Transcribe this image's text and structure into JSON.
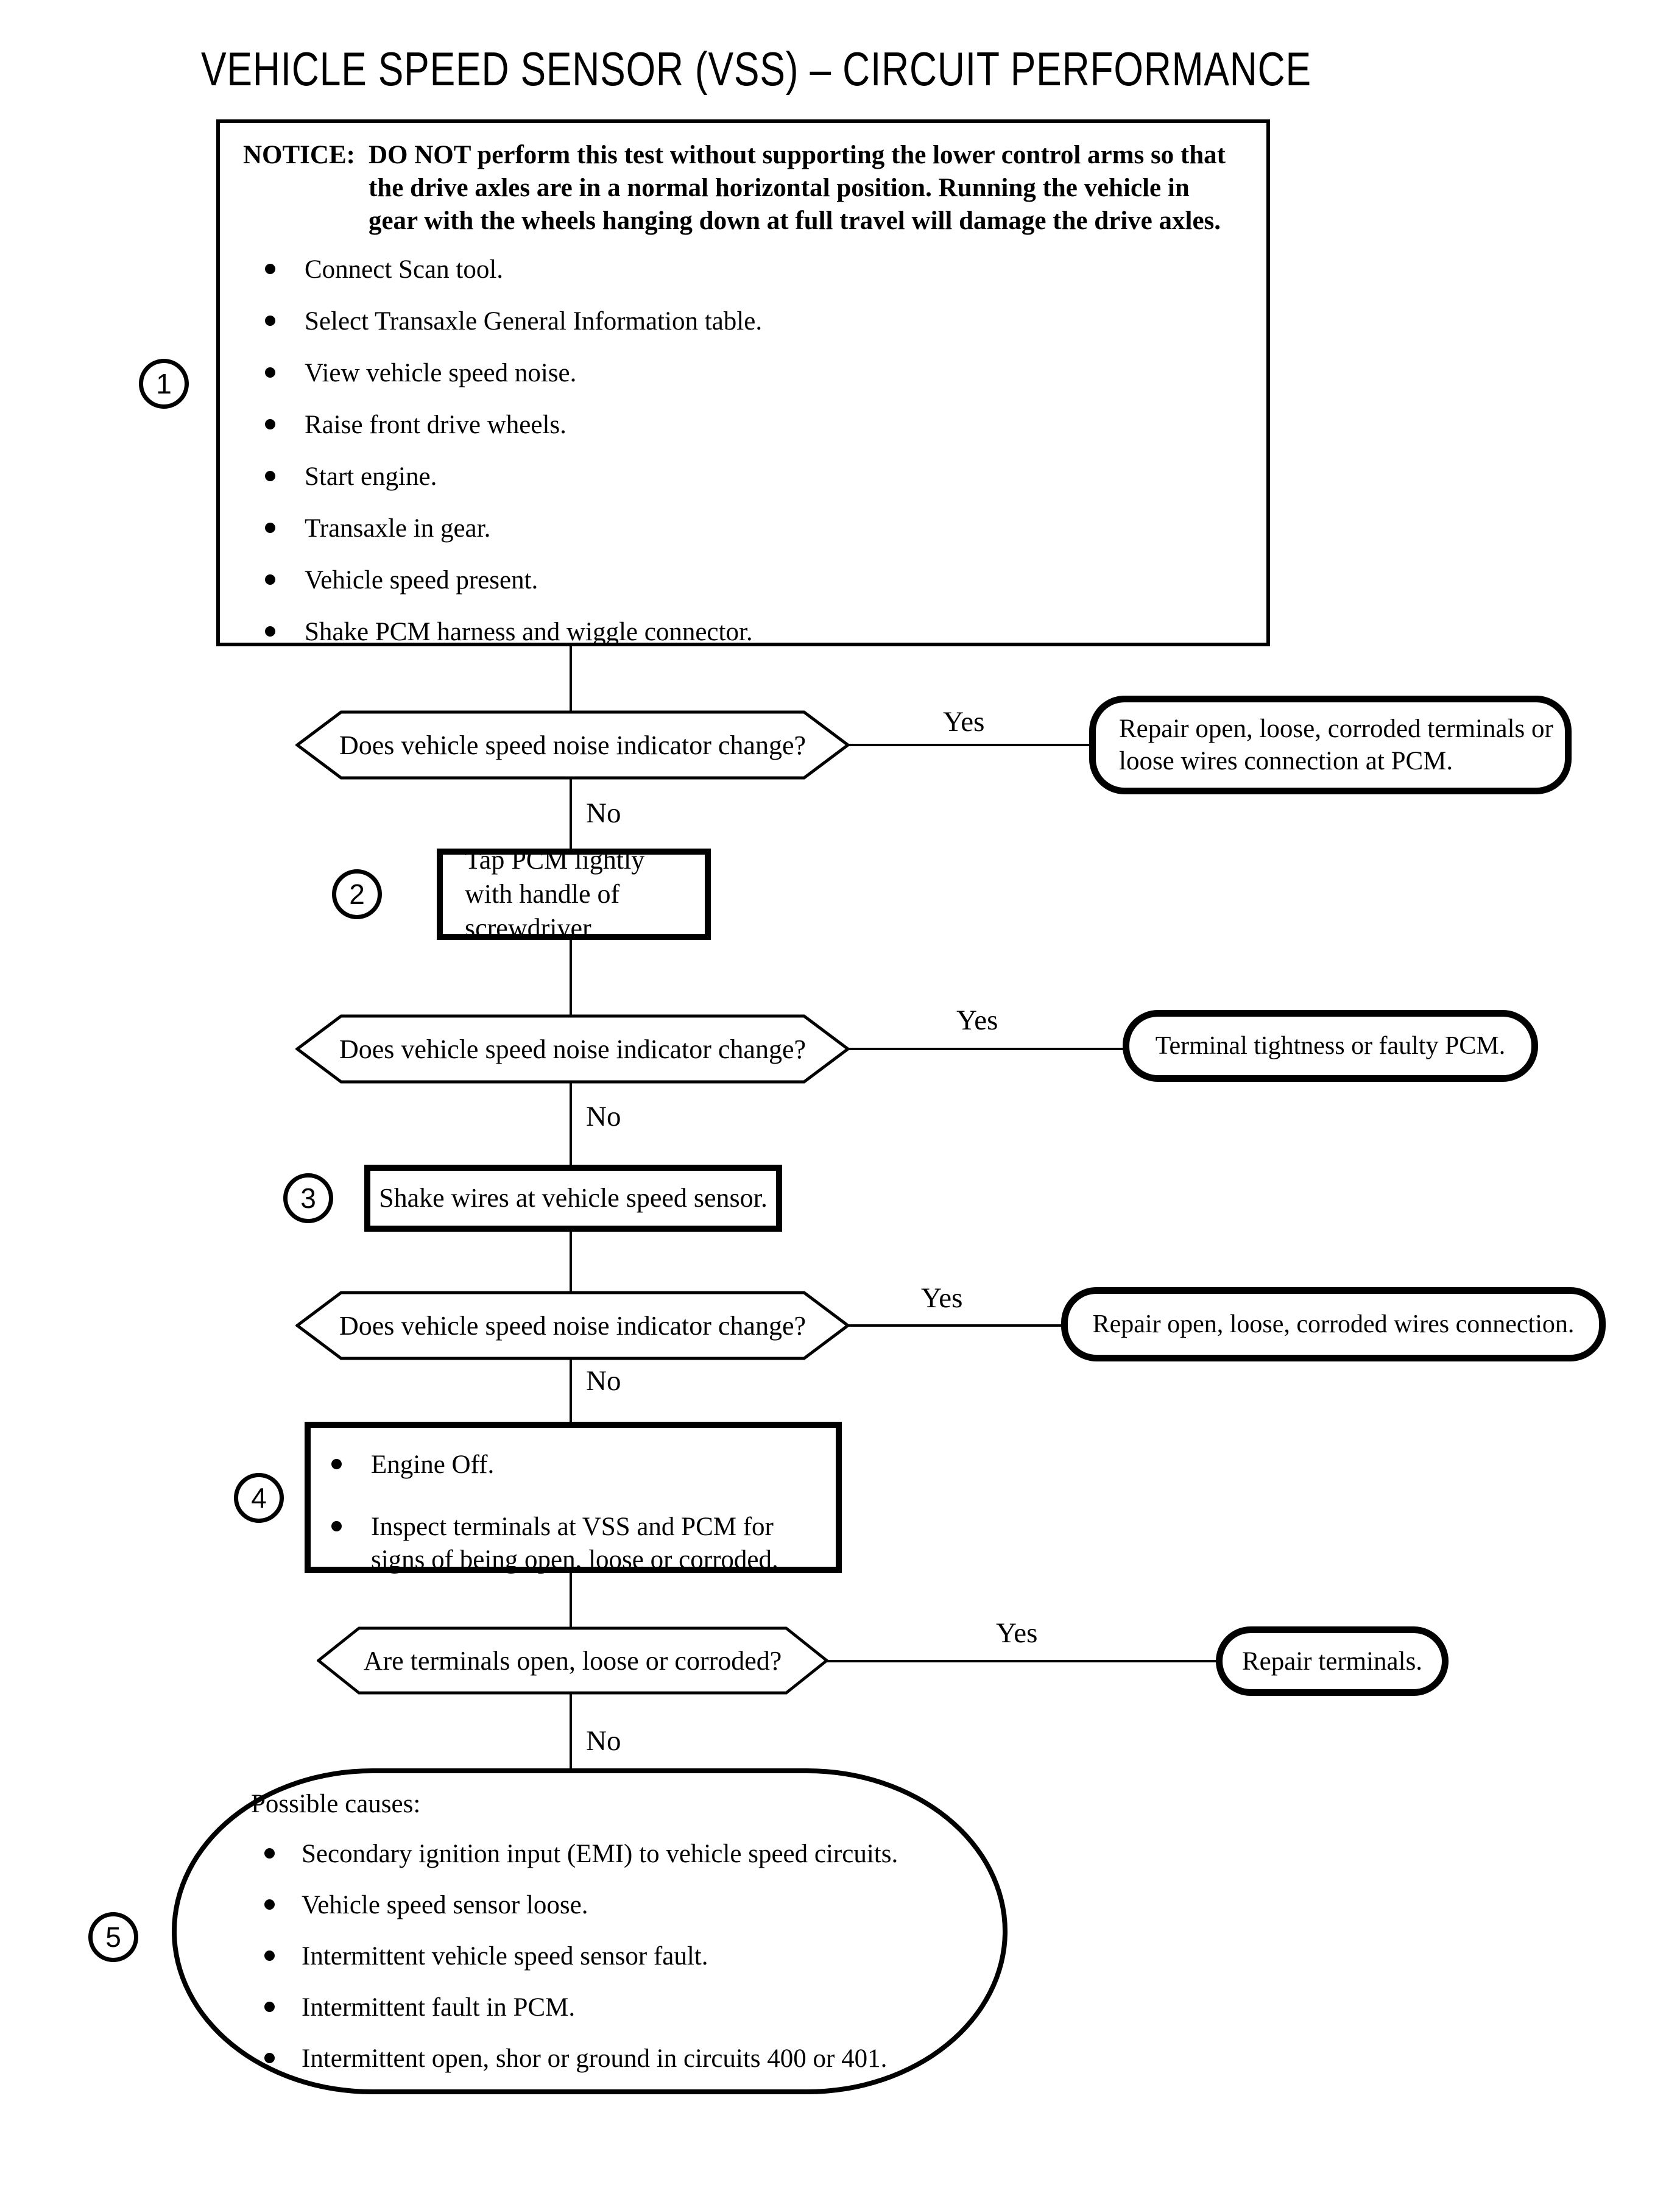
{
  "page": {
    "title": "VEHICLE SPEED SENSOR (VSS) – CIRCUIT PERFORMANCE"
  },
  "steps": {
    "s1": {
      "number": "1",
      "notice_label": "NOTICE:",
      "notice_text": "DO NOT perform this test without supporting the lower control arms so that the drive axles are in a normal horizontal position. Running the vehicle in gear with the wheels hanging down at full travel will damage the drive axles.",
      "bullets": [
        "Connect Scan tool.",
        "Select Transaxle General Information table.",
        "View vehicle speed noise.",
        "Raise front drive wheels.",
        "Start engine.",
        "Transaxle in gear.",
        "Vehicle speed present.",
        "Shake PCM harness and wiggle connector."
      ]
    },
    "s2": {
      "number": "2",
      "text": "Tap PCM lightly with handle of screwdriver."
    },
    "s3": {
      "number": "3",
      "text": "Shake wires at vehicle speed sensor."
    },
    "s4": {
      "number": "4",
      "bullets": [
        "Engine Off.",
        "Inspect terminals at VSS and PCM for signs of being open, loose or corroded."
      ]
    },
    "s5": {
      "number": "5",
      "heading": "Possible causes:",
      "bullets": [
        "Secondary ignition input (EMI) to vehicle speed circuits.",
        "Vehicle speed sensor loose.",
        "Intermittent vehicle speed sensor fault.",
        "Intermittent fault in PCM.",
        "Intermittent open, shor or ground in circuits 400 or 401."
      ]
    }
  },
  "decisions": {
    "d1": {
      "question": "Does vehicle speed noise indicator change?",
      "yes": "Yes",
      "no": "No",
      "result": "Repair open, loose, corroded terminals or loose wires connection at PCM."
    },
    "d2": {
      "question": "Does vehicle speed noise indicator change?",
      "yes": "Yes",
      "no": "No",
      "result": "Terminal tightness or faulty PCM."
    },
    "d3": {
      "question": "Does vehicle speed noise indicator change?",
      "yes": "Yes",
      "no": "No",
      "result": "Repair open, loose, corroded wires connection."
    },
    "d4": {
      "question": "Are terminals open, loose or corroded?",
      "yes": "Yes",
      "no": "No",
      "result": "Repair terminals."
    }
  },
  "colors": {
    "ink": "#000000",
    "paper": "#ffffff"
  }
}
